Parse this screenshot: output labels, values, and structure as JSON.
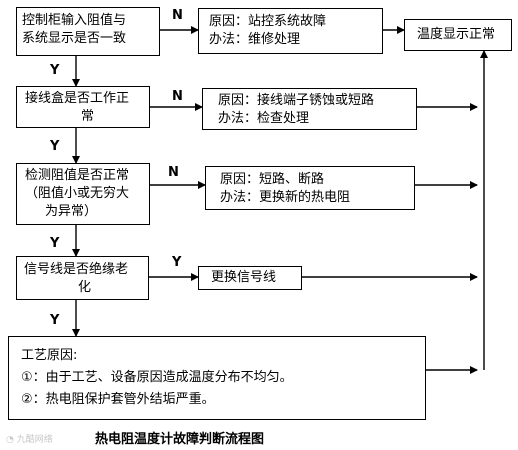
{
  "decisions": {
    "d1": [
      "控制柜输入阻值与",
      "系统显示是否一致"
    ],
    "d2": [
      "接线盒是否工作正",
      "常"
    ],
    "d3": [
      "检测阻值是否正常",
      "（阻值小或无穷大",
      "为异常）"
    ],
    "d4": [
      "信号线是否绝缘老",
      "化"
    ]
  },
  "causes": {
    "c1": [
      "原因：站控系统故障",
      "办法：维修处理"
    ],
    "c2": [
      "原因：接线端子锈蚀或短路",
      "办法：检查处理"
    ],
    "c3": [
      "原因：短路、断路",
      "办法：更换新的热电阻"
    ],
    "c4": "更换信号线"
  },
  "result": "温度显示正常",
  "process": {
    "heading": "工艺原因:",
    "item1": "①：由于工艺、设备原因造成温度分布不均匀。",
    "item2": "②：热电阻保护套管外结垢严重。"
  },
  "branch_labels": {
    "n1": "N",
    "n2": "N",
    "n3": "N",
    "y4_right": "Y",
    "y1": "Y",
    "y2": "Y",
    "y3": "Y",
    "y4_down": "Y"
  },
  "caption": "热电阻温度计故障判断流程图",
  "watermark": "九酷网络"
}
